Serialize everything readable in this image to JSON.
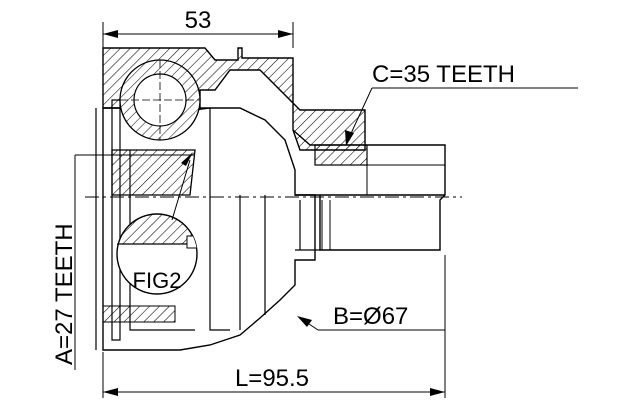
{
  "labels": {
    "top_dimension": "53",
    "spline_c": "C=35 TEETH",
    "spline_a": "A=27 TEETH",
    "figure_ref": "FIG2",
    "diameter_b": "B=Ø67",
    "length_l": "L=95.5"
  },
  "colors": {
    "line": "#000000",
    "background": "#ffffff"
  }
}
